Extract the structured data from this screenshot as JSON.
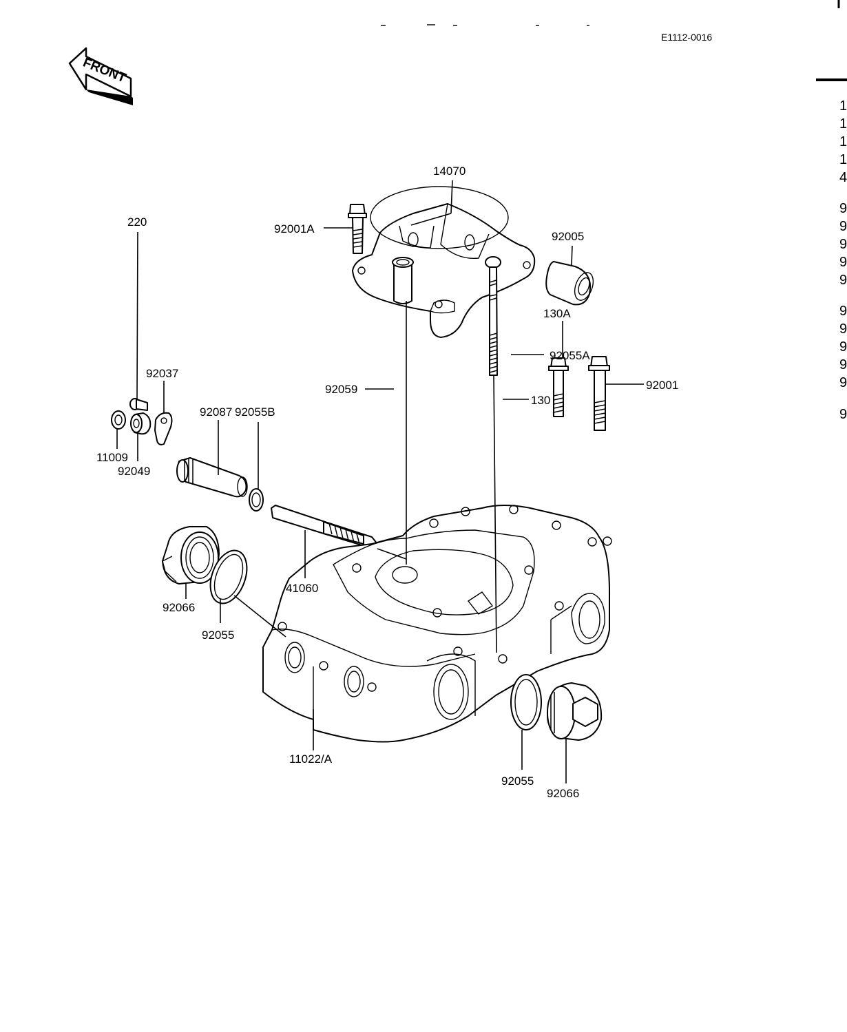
{
  "document_code": "E1112-0016",
  "front_arrow_text": "FRONT",
  "callouts": {
    "c14070": "14070",
    "c92001A": "92001A",
    "c92005": "92005",
    "c92055A": "92055A",
    "c220": "220",
    "c92037": "92037",
    "c92087": "92087",
    "c92055B": "92055B",
    "c92059": "92059",
    "c130": "130",
    "c130A": "130A",
    "c11009": "11009",
    "c92049": "92049",
    "c92001": "92001",
    "c41060": "41060",
    "c92066_left": "92066",
    "c92055_left": "92055",
    "c11022A": "11022/A",
    "c92055_right": "92055",
    "c92066_right": "92066"
  },
  "margin_column": [
    "1",
    "1",
    "1",
    "1",
    "4",
    "9",
    "9",
    "9",
    "9",
    "9",
    "9",
    "9",
    "9",
    "9",
    "9",
    "9"
  ]
}
